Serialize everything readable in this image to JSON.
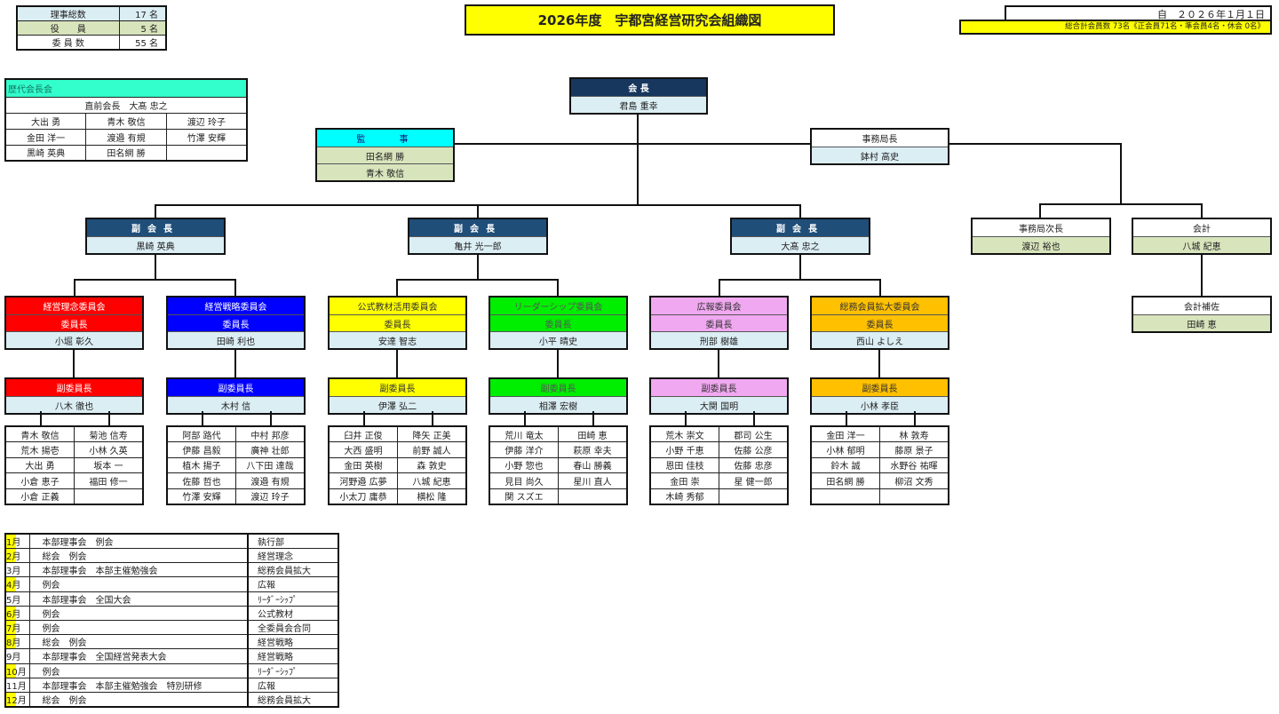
{
  "stats": [
    {
      "label": "理事総数",
      "value": "17 名"
    },
    {
      "label": "役　　員",
      "value": "5 名"
    },
    {
      "label": "委 員 数",
      "value": "55 名"
    }
  ],
  "title": "2026年度　宇都宮経営研究会組織図",
  "date": "自　２０２６年１月１日",
  "membership": "総合計会員数 73名《正会員71名・準会員4名・休会 0名》",
  "past_presidents": {
    "header": "歴代会長会",
    "previous": "直前会長　大髙 忠之",
    "names": [
      "大出 勇",
      "青木 敬信",
      "渡辺 玲子",
      "金田 洋一",
      "渡邉 有規",
      "竹澤 安輝",
      "黒崎 英典",
      "田名網 勝",
      ""
    ]
  },
  "president": {
    "title": "会 長",
    "name": "君島 重幸"
  },
  "auditor": {
    "title": "監　　事",
    "names": [
      "田名網 勝",
      "青木 敬信"
    ]
  },
  "secretary_general": {
    "title": "事務局長",
    "name": "鉢村 高史"
  },
  "deputy_secretary": {
    "title": "事務局次長",
    "name": "渡辺 裕也"
  },
  "accountant": {
    "title": "会計",
    "name": "八城 紀恵"
  },
  "assistant_accountant": {
    "title": "会計補佐",
    "name": "田崎 恵"
  },
  "vice_presidents": [
    {
      "title": "副会長",
      "name": "黒崎 英典"
    },
    {
      "title": "副会長",
      "name": "亀井 光一郎"
    },
    {
      "title": "副会長",
      "name": "大髙 忠之"
    }
  ],
  "committees": [
    {
      "name": "経営理念委員会",
      "chair_label": "委員長",
      "chair": "小堀 彰久",
      "vice_label": "副委員長",
      "vice": "八木 徹也",
      "color": "#ff0000",
      "text": "#ffffff",
      "members": [
        "青木 敬信",
        "菊池 信寿",
        "荒木 揚壱",
        "小林 久英",
        "大出 勇",
        "坂本 一",
        "小倉 恵子",
        "福田 修一",
        "小倉 正義",
        ""
      ]
    },
    {
      "name": "経営戦略委員会",
      "chair_label": "委員長",
      "chair": "田崎 利也",
      "vice_label": "副委員長",
      "vice": "木村 信",
      "color": "#0000ff",
      "text": "#ffffff",
      "members": [
        "阿部 路代",
        "中村 邦彦",
        "伊藤 昌毅",
        "廣神 壮郎",
        "植木 揚子",
        "八下田 達哉",
        "佐藤 哲也",
        "渡邉 有規",
        "竹澤 安輝",
        "渡辺 玲子"
      ]
    },
    {
      "name": "公式教材活用委員会",
      "chair_label": "委員長",
      "chair": "安達 智志",
      "vice_label": "副委員長",
      "vice": "伊澤 弘二",
      "color": "#ffff00",
      "text": "#333333",
      "members": [
        "臼井 正俊",
        "降矢 正美",
        "大西 盛明",
        "前野 誠人",
        "金田 英樹",
        "森 敦史",
        "河野邉 広夢",
        "八城 紀恵",
        "小太刀 庸恭",
        "横松 隆"
      ]
    },
    {
      "name": "リーダーシップ委員会",
      "chair_label": "委員長",
      "chair": "小平 晴史",
      "vice_label": "副委員長",
      "vice": "相澤 宏樹",
      "color": "#00ee00",
      "text": "#555555",
      "members": [
        "荒川 竜太",
        "田崎 恵",
        "伊藤 洋介",
        "萩原 幸夫",
        "小野 惣也",
        "春山 勝義",
        "見目 尚久",
        "星川 直人",
        "関 スズエ",
        ""
      ]
    },
    {
      "name": "広報委員会",
      "chair_label": "委員長",
      "chair": "刑部 樹雄",
      "vice_label": "副委員長",
      "vice": "大関 国明",
      "color": "#f0a8f0",
      "text": "#333333",
      "members": [
        "荒木 崇文",
        "郡司 公生",
        "小野 千恵",
        "佐藤 公彦",
        "恩田 佳枝",
        "佐藤 忠彦",
        "金田 崇",
        "星 健一郎",
        "木崎 秀郁",
        ""
      ]
    },
    {
      "name": "総務会員拡大委員会",
      "chair_label": "委員長",
      "chair": "西山 よしえ",
      "vice_label": "副委員長",
      "vice": "小林 孝臣",
      "color": "#ffc000",
      "text": "#333333",
      "members": [
        "金田 洋一",
        "林 敦寿",
        "小林 郁明",
        "藤原 景子",
        "鈴木 誠",
        "水野谷 祐暉",
        "田名網 勝",
        "柳沼 文秀",
        "",
        ""
      ]
    }
  ],
  "schedule": [
    {
      "month": "1月",
      "event": "本部理事会　例会",
      "committee": "執行部",
      "highlight": true
    },
    {
      "month": "2月",
      "event": "総会　例会",
      "committee": "経営理念",
      "highlight": true
    },
    {
      "month": "3月",
      "event": "本部理事会　本部主催勉強会",
      "committee": "総務会員拡大",
      "highlight": false
    },
    {
      "month": "4月",
      "event": "例会",
      "committee": "広報",
      "highlight": true
    },
    {
      "month": "5月",
      "event": "本部理事会　全国大会",
      "committee": "ﾘｰﾀﾞｰｼｯﾌﾟ",
      "highlight": false
    },
    {
      "month": "6月",
      "event": "例会",
      "committee": "公式教材",
      "highlight": true
    },
    {
      "month": "7月",
      "event": "例会",
      "committee": "全委員会合同",
      "highlight": true
    },
    {
      "month": "8月",
      "event": "総会　例会",
      "committee": "経営戦略",
      "highlight": true
    },
    {
      "month": "9月",
      "event": "本部理事会　全国経営発表大会",
      "committee": "経営戦略",
      "highlight": false
    },
    {
      "month": "10月",
      "event": "例会",
      "committee": "ﾘｰﾀﾞｰｼｯﾌﾟ",
      "highlight": true
    },
    {
      "month": "11月",
      "event": "本部理事会　本部主催勉強会　特別研修",
      "committee": "広報",
      "highlight": false
    },
    {
      "month": "12月",
      "event": "総会　例会",
      "committee": "総務会員拡大",
      "highlight": true
    }
  ]
}
